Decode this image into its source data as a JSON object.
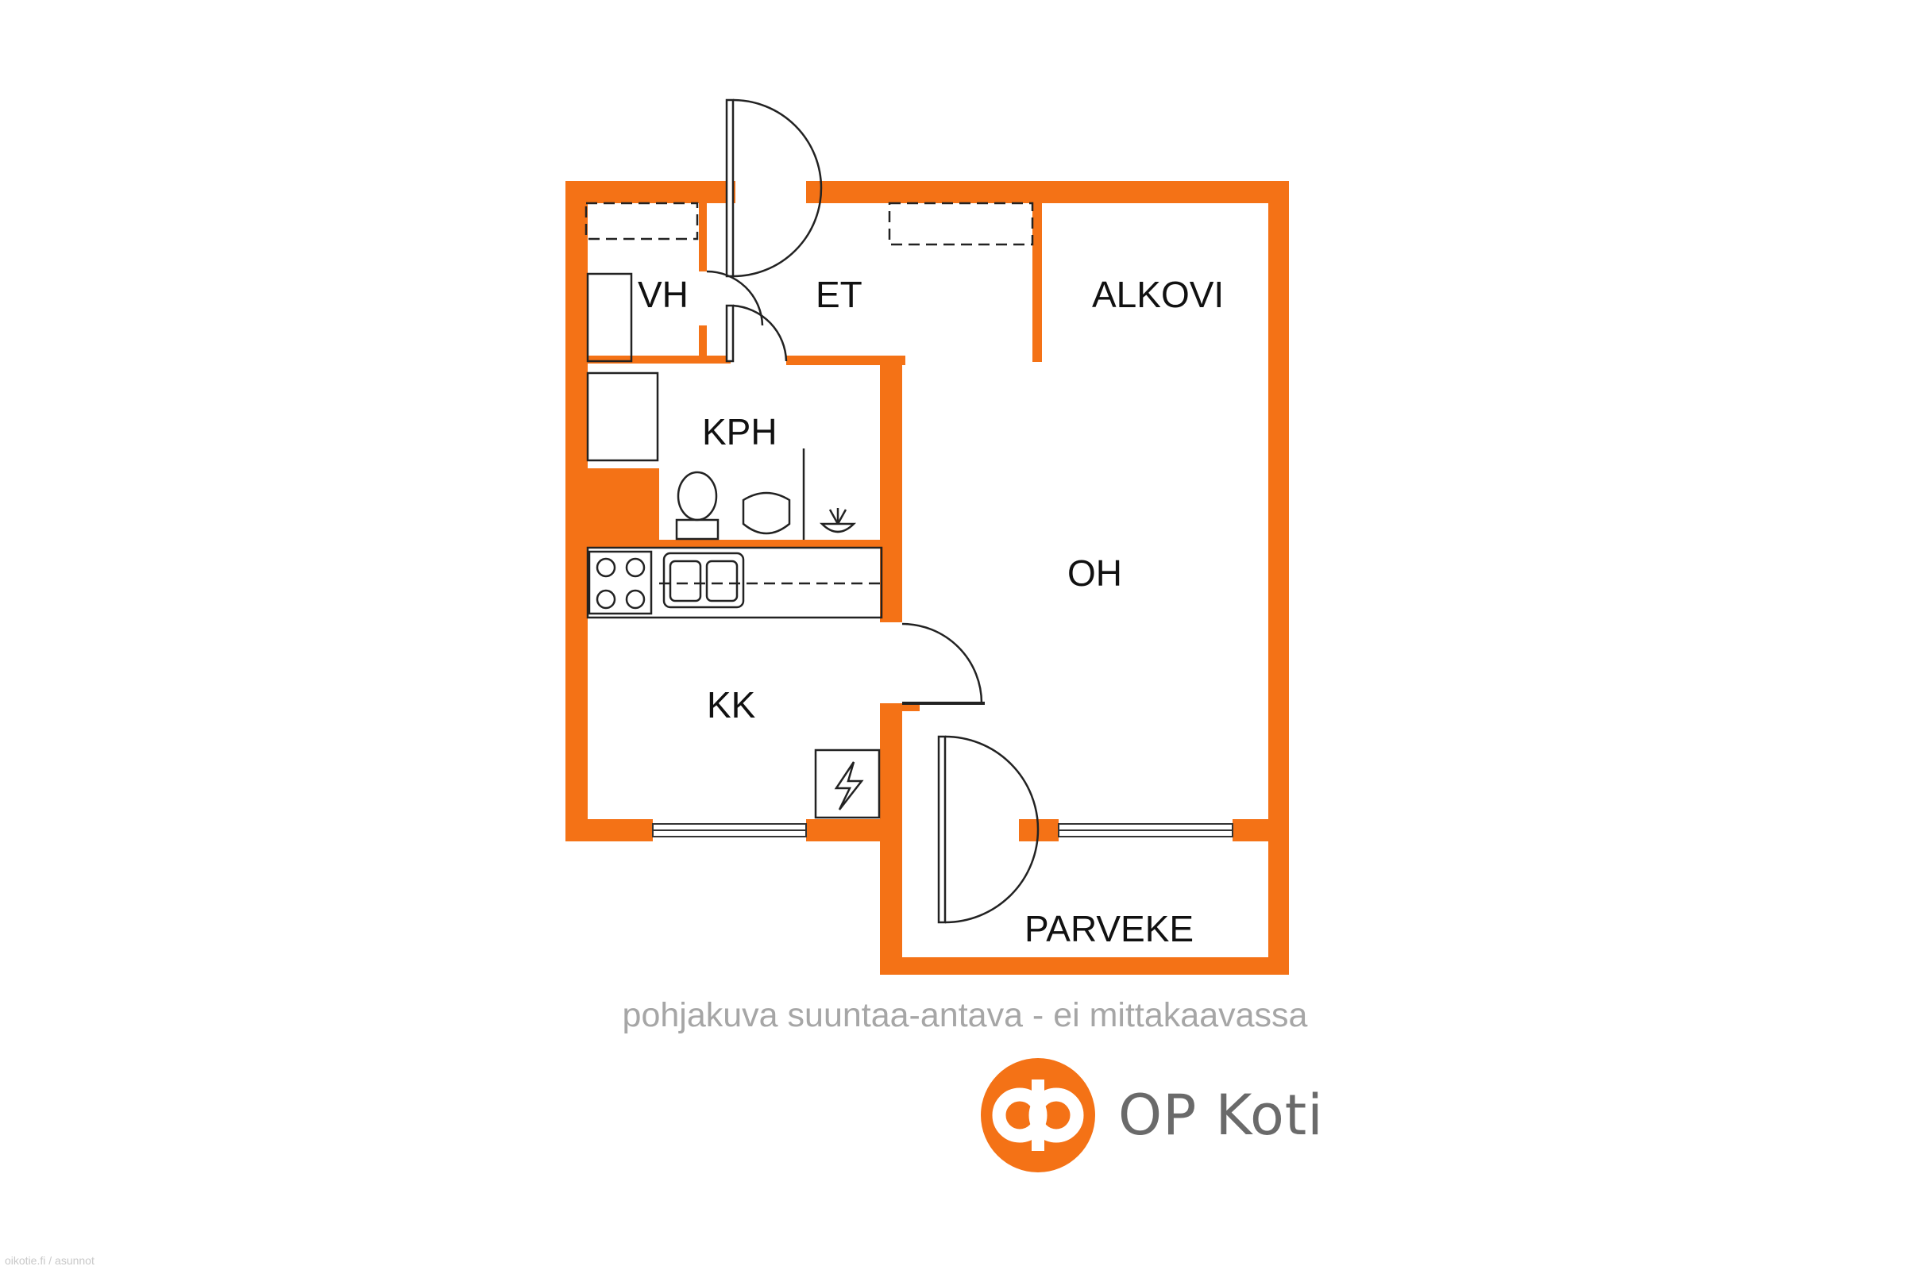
{
  "rooms": {
    "vh": "VH",
    "et": "ET",
    "alkovi": "ALKOVI",
    "kph": "KPH",
    "oh": "OH",
    "kk": "KK",
    "parveke": "PARVEKE"
  },
  "caption": "pohjakuva suuntaa-antava - ei mittakaavassa",
  "brand": {
    "name": "OP Koti",
    "accent_color": "#f47216",
    "text_color": "#6a6a6a"
  },
  "watermark": "oikotie.fi / asunnot",
  "icons": [
    "door-swing-icon",
    "toilet-icon",
    "washbasin-icon",
    "shower-icon",
    "stove-icon",
    "sink-icon",
    "electric-panel-icon",
    "op-logo-icon"
  ]
}
